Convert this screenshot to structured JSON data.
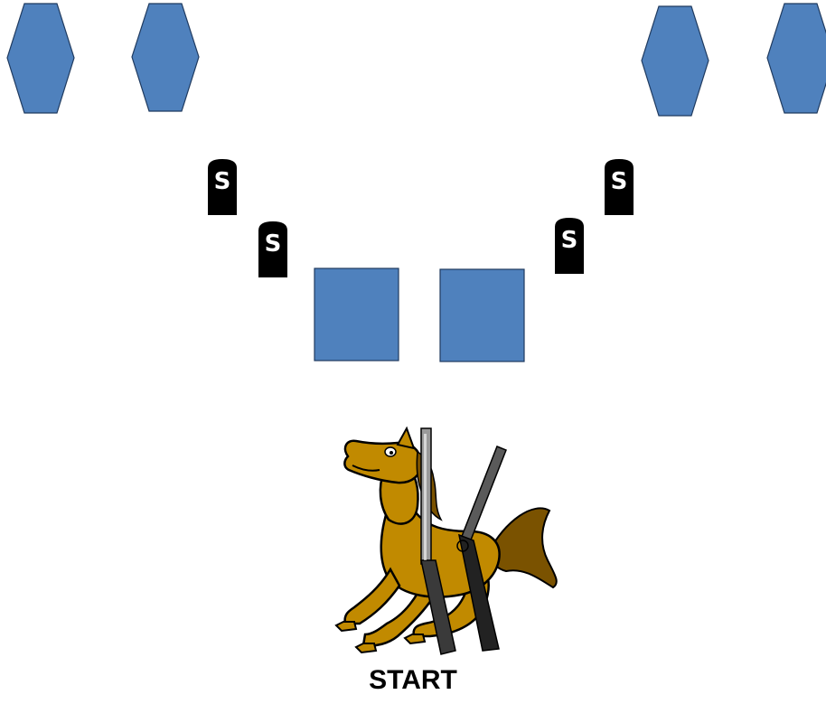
{
  "colors": {
    "target_fill": "#4f81bd",
    "target_stroke": "#1f3a5f",
    "marker_fill": "#000000",
    "marker_text": "#ffffff",
    "horse_body": "#c18a00",
    "horse_outline": "#000000",
    "horse_mane_tail": "#7a5200"
  },
  "steel_markers": [
    {
      "label": "S"
    },
    {
      "label": "S"
    },
    {
      "label": "S"
    },
    {
      "label": "S"
    }
  ],
  "start": {
    "label": "START"
  },
  "graphic": {
    "icon": "horse-with-rifles-icon"
  }
}
